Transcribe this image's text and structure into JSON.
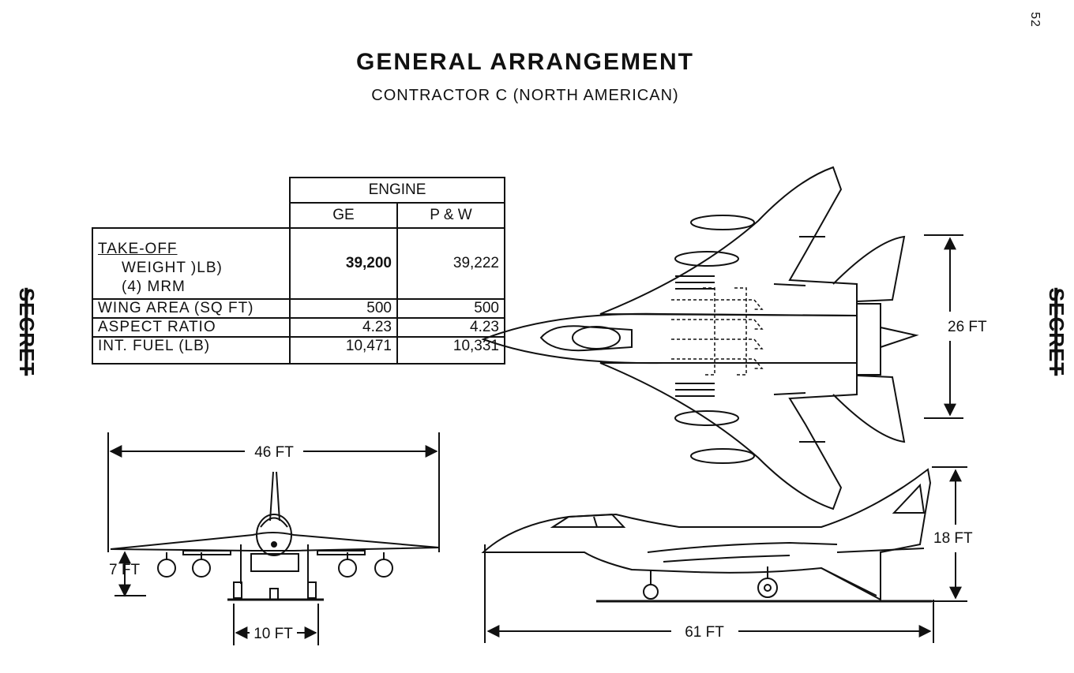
{
  "page_number": "52",
  "title": "GENERAL ARRANGEMENT",
  "subtitle": "CONTRACTOR C (NORTH AMERICAN)",
  "classification_stamp": "SECRET",
  "table": {
    "group_header": "ENGINE",
    "columns": [
      "GE",
      "P & W"
    ],
    "rows": [
      {
        "label_lines": [
          "TAKE-OFF",
          "WEIGHT )LB)",
          "(4) MRM"
        ],
        "values": [
          "39,200",
          "39,222"
        ]
      },
      {
        "label": "WING AREA (SQ FT)",
        "values": [
          "500",
          "500"
        ]
      },
      {
        "label": "ASPECT RATIO",
        "values": [
          "4.23",
          "4.23"
        ]
      },
      {
        "label": "INT. FUEL (LB)",
        "values": [
          "10,471",
          "10,331"
        ]
      }
    ]
  },
  "dimensions": {
    "span": "46 FT",
    "ground_height": "7 FT",
    "tread": "10 FT",
    "tail_width": "26 FT",
    "height": "18 FT",
    "length": "61 FT"
  }
}
